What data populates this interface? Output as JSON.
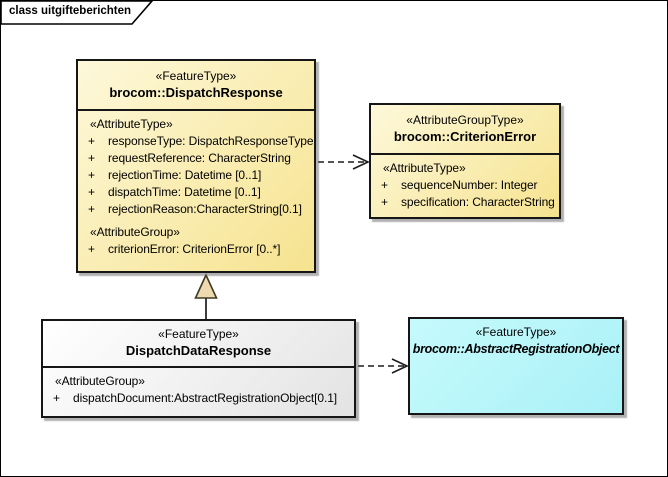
{
  "frame": {
    "title": "class uitgifteberichten"
  },
  "boxes": {
    "dispatchResponse": {
      "stereotype": "«FeatureType»",
      "name": "brocom::DispatchResponse",
      "attr_type_label": "«AttributeType»",
      "attributes": [
        {
          "vis": "+",
          "text": "responseType: DispatchResponseType"
        },
        {
          "vis": "+",
          "text": "requestReference: CharacterString"
        },
        {
          "vis": "+",
          "text": "rejectionTime: Datetime [0..1]"
        },
        {
          "vis": "+",
          "text": "dispatchTime: Datetime [0..1]"
        },
        {
          "vis": "+",
          "text": "rejectionReason:CharacterString[0.1]"
        }
      ],
      "attr_group_label": "«AttributeGroup»",
      "group_attributes": [
        {
          "vis": "+",
          "text": "criterionError: CriterionError [0..*]"
        }
      ]
    },
    "criterionError": {
      "stereotype": "«AttributeGroupType»",
      "name": "brocom::CriterionError",
      "attr_type_label": "«AttributeType»",
      "attributes": [
        {
          "vis": "+",
          "text": "sequenceNumber: Integer"
        },
        {
          "vis": "+",
          "text": "specification: CharacterString"
        }
      ]
    },
    "dispatchDataResponse": {
      "stereotype": "«FeatureType»",
      "name": "DispatchDataResponse",
      "attr_group_label": "«AttributeGroup»",
      "group_attributes": [
        {
          "vis": "+",
          "text": "dispatchDocument:AbstractRegistrationObject[0.1]"
        }
      ]
    },
    "abstractRegistrationObject": {
      "stereotype": "«FeatureType»",
      "name": "brocom::AbstractRegistrationObject"
    }
  },
  "connectors": [
    {
      "type": "dependency",
      "from": "brocom::DispatchResponse",
      "to": "brocom::CriterionError",
      "style": "dashed-open-arrow"
    },
    {
      "type": "generalization",
      "from": "DispatchDataResponse",
      "to": "brocom::DispatchResponse",
      "style": "solid-hollow-triangle"
    },
    {
      "type": "dependency",
      "from": "DispatchDataResponse",
      "to": "brocom::AbstractRegistrationObject",
      "style": "dashed-open-arrow"
    }
  ],
  "colors": {
    "class_fill_start": "#fdf8da",
    "class_fill_end": "#f6e38f",
    "neutral_fill_start": "#ffffff",
    "neutral_fill_end": "#e3e3e3",
    "abstract_fill_start": "#c6fafc",
    "abstract_fill_end": "#a9f1f7",
    "triangle_fill": "#efd9ae",
    "line": "#1c1c1c"
  }
}
